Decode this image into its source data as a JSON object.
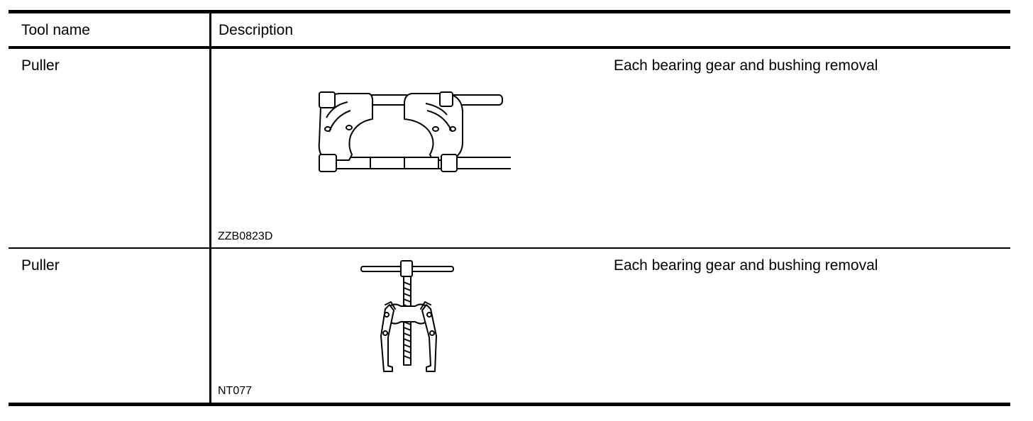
{
  "table": {
    "headers": {
      "tool_name": "Tool name",
      "description": "Description"
    },
    "rows": [
      {
        "tool_name": "Puller",
        "description": "Each bearing gear and bushing removal",
        "figure_code": "ZZB0823D",
        "illustration_icon": "bearing-splitter-icon"
      },
      {
        "tool_name": "Puller",
        "description": "Each bearing gear and bushing removal",
        "figure_code": "NT077",
        "illustration_icon": "gear-puller-icon"
      }
    ]
  }
}
